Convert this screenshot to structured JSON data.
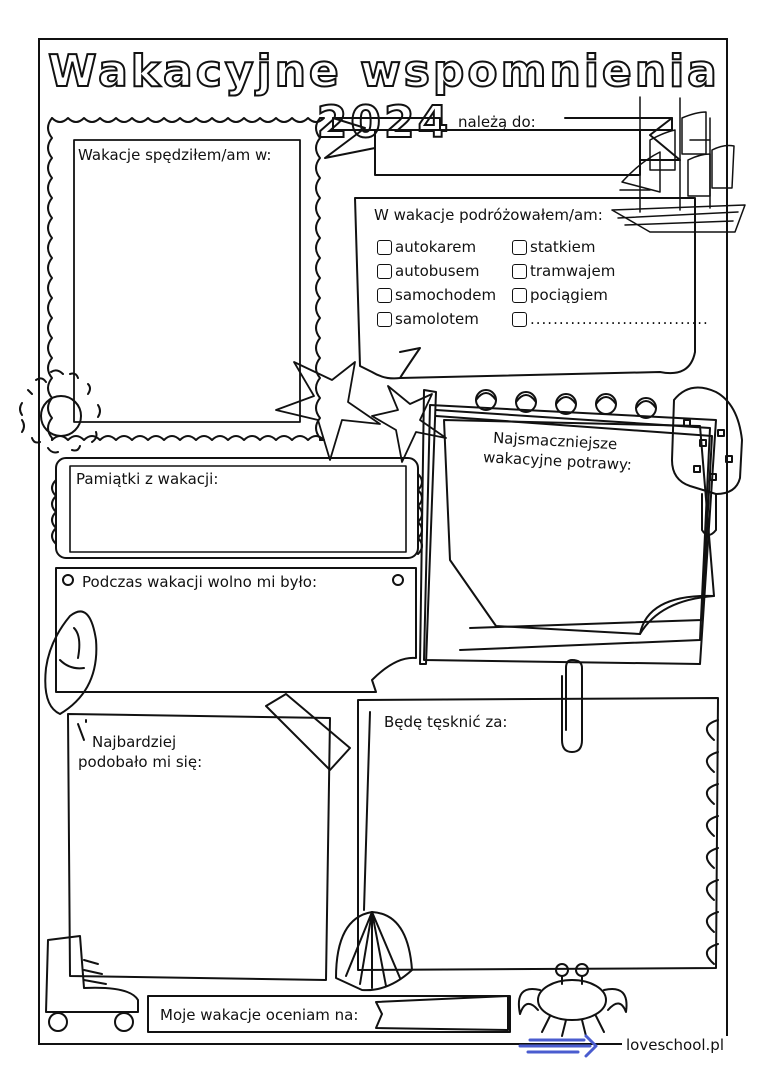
{
  "title": "Wakacyjne wspomnienia 2024",
  "belongs_to_label": "należą do:",
  "spent_holidays_label": "Wakacje spędziłem/am w:",
  "traveled_label": "W wakacje podróżowałem/am:",
  "transport_options": [
    [
      "autokarem",
      "statkiem"
    ],
    [
      "autobusem",
      "tramwajem"
    ],
    [
      "samochodem",
      "pociągiem"
    ],
    [
      "samolotem",
      "..............................."
    ]
  ],
  "souvenirs_label": "Pamiątki z wakacji:",
  "allowed_label": "Podczas wakacji wolno mi było:",
  "tastiest_food_label_line1": "Najsmaczniejsze",
  "tastiest_food_label_line2": "wakacyjne potrawy:",
  "liked_most_line1": "Najbardziej",
  "liked_most_line2": "podobało mi się:",
  "will_miss_label": "Będę tęsknić za:",
  "rating_label": "Moje wakacje oceniam na:",
  "footer_brand": "loveschool.pl",
  "icons": [
    "ship-icon",
    "sun-icon",
    "starfish-icon",
    "ice-cream-icon",
    "seashell-icon",
    "scallop-shell-icon",
    "roller-skate-icon",
    "crab-icon",
    "paperclip-icon",
    "notepad-spiral-icon"
  ]
}
